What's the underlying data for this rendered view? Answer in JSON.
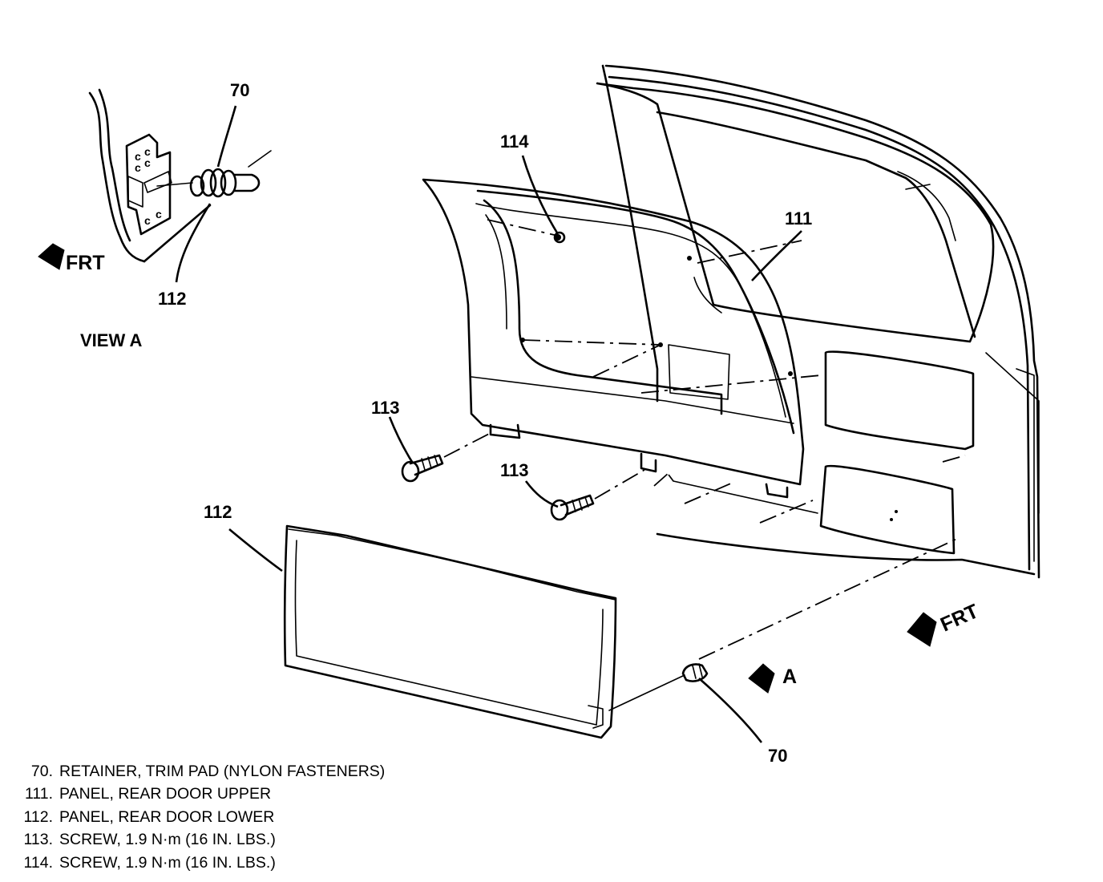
{
  "view_label": "VIEW A",
  "front_label": "FRT",
  "view_marker": "A",
  "callouts": {
    "retainer_main": "70",
    "retainer_detail": "70",
    "panel_upper": "111",
    "panel_lower_main": "112",
    "panel_lower_detail": "112",
    "screw_left": "113",
    "screw_center": "113",
    "screw_upper": "114"
  },
  "legend": [
    {
      "num": "70.",
      "text": "RETAINER, TRIM PAD (NYLON FASTENERS)"
    },
    {
      "num": "111.",
      "text": "PANEL, REAR DOOR UPPER"
    },
    {
      "num": "112.",
      "text": "PANEL, REAR DOOR LOWER"
    },
    {
      "num": "113.",
      "text": "SCREW, 1.9 N·m (16 IN. LBS.)"
    },
    {
      "num": "114.",
      "text": "SCREW, 1.9 N·m (16 IN. LBS.)"
    }
  ]
}
